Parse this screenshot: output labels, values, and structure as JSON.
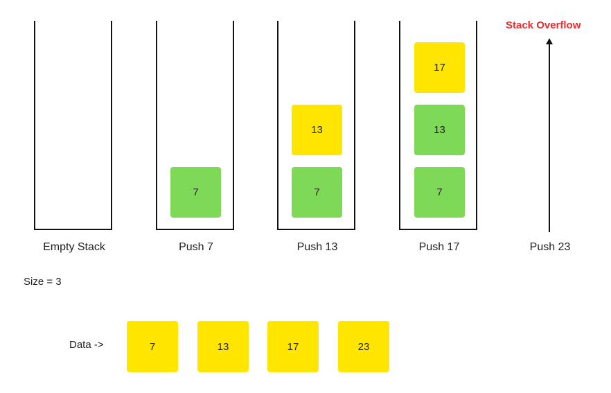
{
  "stacks": [
    {
      "caption": "Empty Stack",
      "items": []
    },
    {
      "caption": "Push 7",
      "items": [
        {
          "value": "7",
          "color": "#7ed957"
        }
      ]
    },
    {
      "caption": "Push 13",
      "items": [
        {
          "value": "7",
          "color": "#7ed957"
        },
        {
          "value": "13",
          "color": "#ffe600"
        }
      ]
    },
    {
      "caption": "Push 17",
      "items": [
        {
          "value": "7",
          "color": "#7ed957"
        },
        {
          "value": "13",
          "color": "#7ed957"
        },
        {
          "value": "17",
          "color": "#ffe600"
        }
      ]
    }
  ],
  "push23": {
    "caption": "Push 23",
    "overflow_label": "Stack Overflow",
    "overflow_color": "#ee2a2a"
  },
  "size_label": "Size = 3",
  "data_array": {
    "label": "Data ->",
    "cells": [
      "7",
      "13",
      "17",
      "23"
    ],
    "color": "#ffe600"
  },
  "colors": {
    "green": "#7ed957",
    "yellow": "#ffe600"
  }
}
